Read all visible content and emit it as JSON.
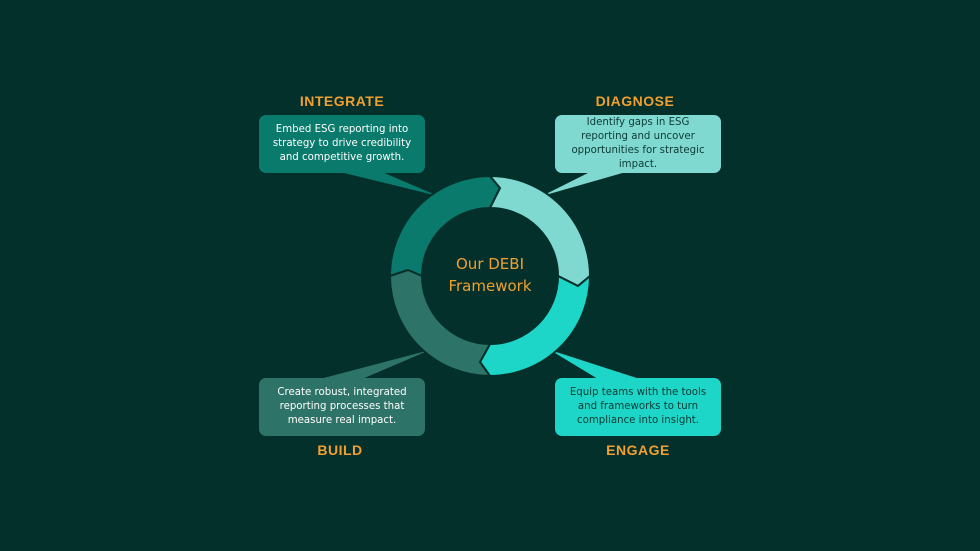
{
  "colors": {
    "background": "#03302b",
    "heading": "#f0a030",
    "integrate": "#0a7a6c",
    "diagnose": "#7fd9d0",
    "engage": "#1ed6c7",
    "build": "#2e7367",
    "text_light": "#ffffff",
    "text_dark": "#0d3a35"
  },
  "center": {
    "line1": "Our DEBI",
    "line2": "Framework"
  },
  "stages": {
    "integrate": {
      "heading": "INTEGRATE",
      "text": "Embed ESG reporting into strategy to drive credibility and competitive growth."
    },
    "diagnose": {
      "heading": "DIAGNOSE",
      "text": "Identify gaps in ESG reporting and uncover opportunities for strategic impact."
    },
    "build": {
      "heading": "BUILD",
      "text": "Create robust, integrated reporting processes that measure real impact."
    },
    "engage": {
      "heading": "ENGAGE",
      "text": "Equip teams with the tools and frameworks to turn compliance into insight."
    }
  }
}
